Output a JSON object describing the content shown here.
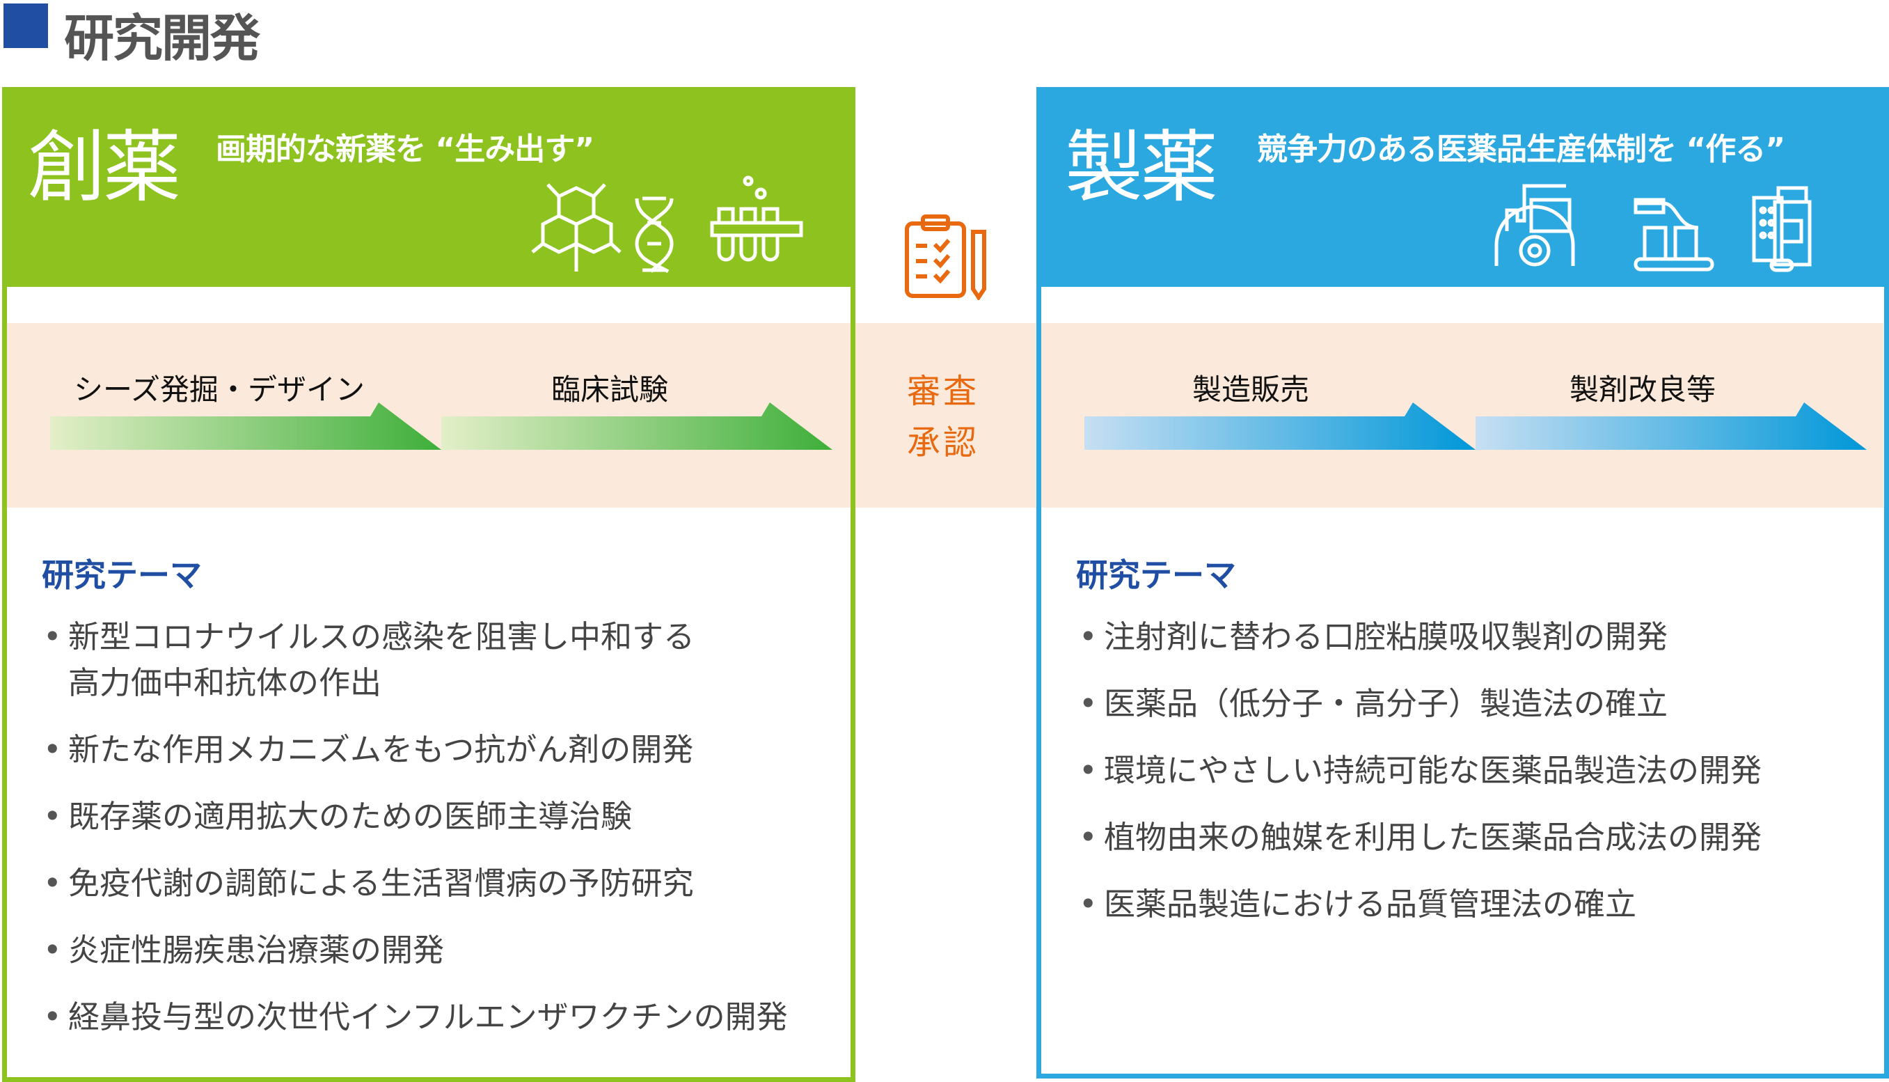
{
  "page_title": "研究開発",
  "left": {
    "title": "創薬",
    "subtitle": "画期的な新薬を “生み出す”",
    "stages": [
      "シーズ発掘・デザイン",
      "臨床試験"
    ],
    "theme_heading": "研究テーマ",
    "items": [
      "新型コロナウイルスの感染を阻害し中和する",
      "高力価中和抗体の作出",
      "新たな作用メカニズムをもつ抗がん剤の開発",
      "既存薬の適用拡大のための医師主導治験",
      "免疫代謝の調節による生活習慣病の予防研究",
      "炎症性腸疾患治療薬の開発",
      "経鼻投与型の次世代インフルエンザワクチンの開発"
    ],
    "color": "#8dc21f"
  },
  "center": {
    "line1": "審査",
    "line2": "承認",
    "color": "#e8690f"
  },
  "right": {
    "title": "製薬",
    "subtitle": "競争力のある医薬品生産体制を “作る”",
    "stages": [
      "製造販売",
      "製剤改良等"
    ],
    "theme_heading": "研究テーマ",
    "items": [
      "注射剤に替わる口腔粘膜吸収製剤の開発",
      "医薬品（低分子・高分子）製造法の確立",
      "環境にやさしい持続可能な医薬品製造法の開発",
      "植物由来の触媒を利用した医薬品合成法の開発",
      "医薬品製造における品質管理法の確立"
    ],
    "color": "#2ca8e0"
  }
}
